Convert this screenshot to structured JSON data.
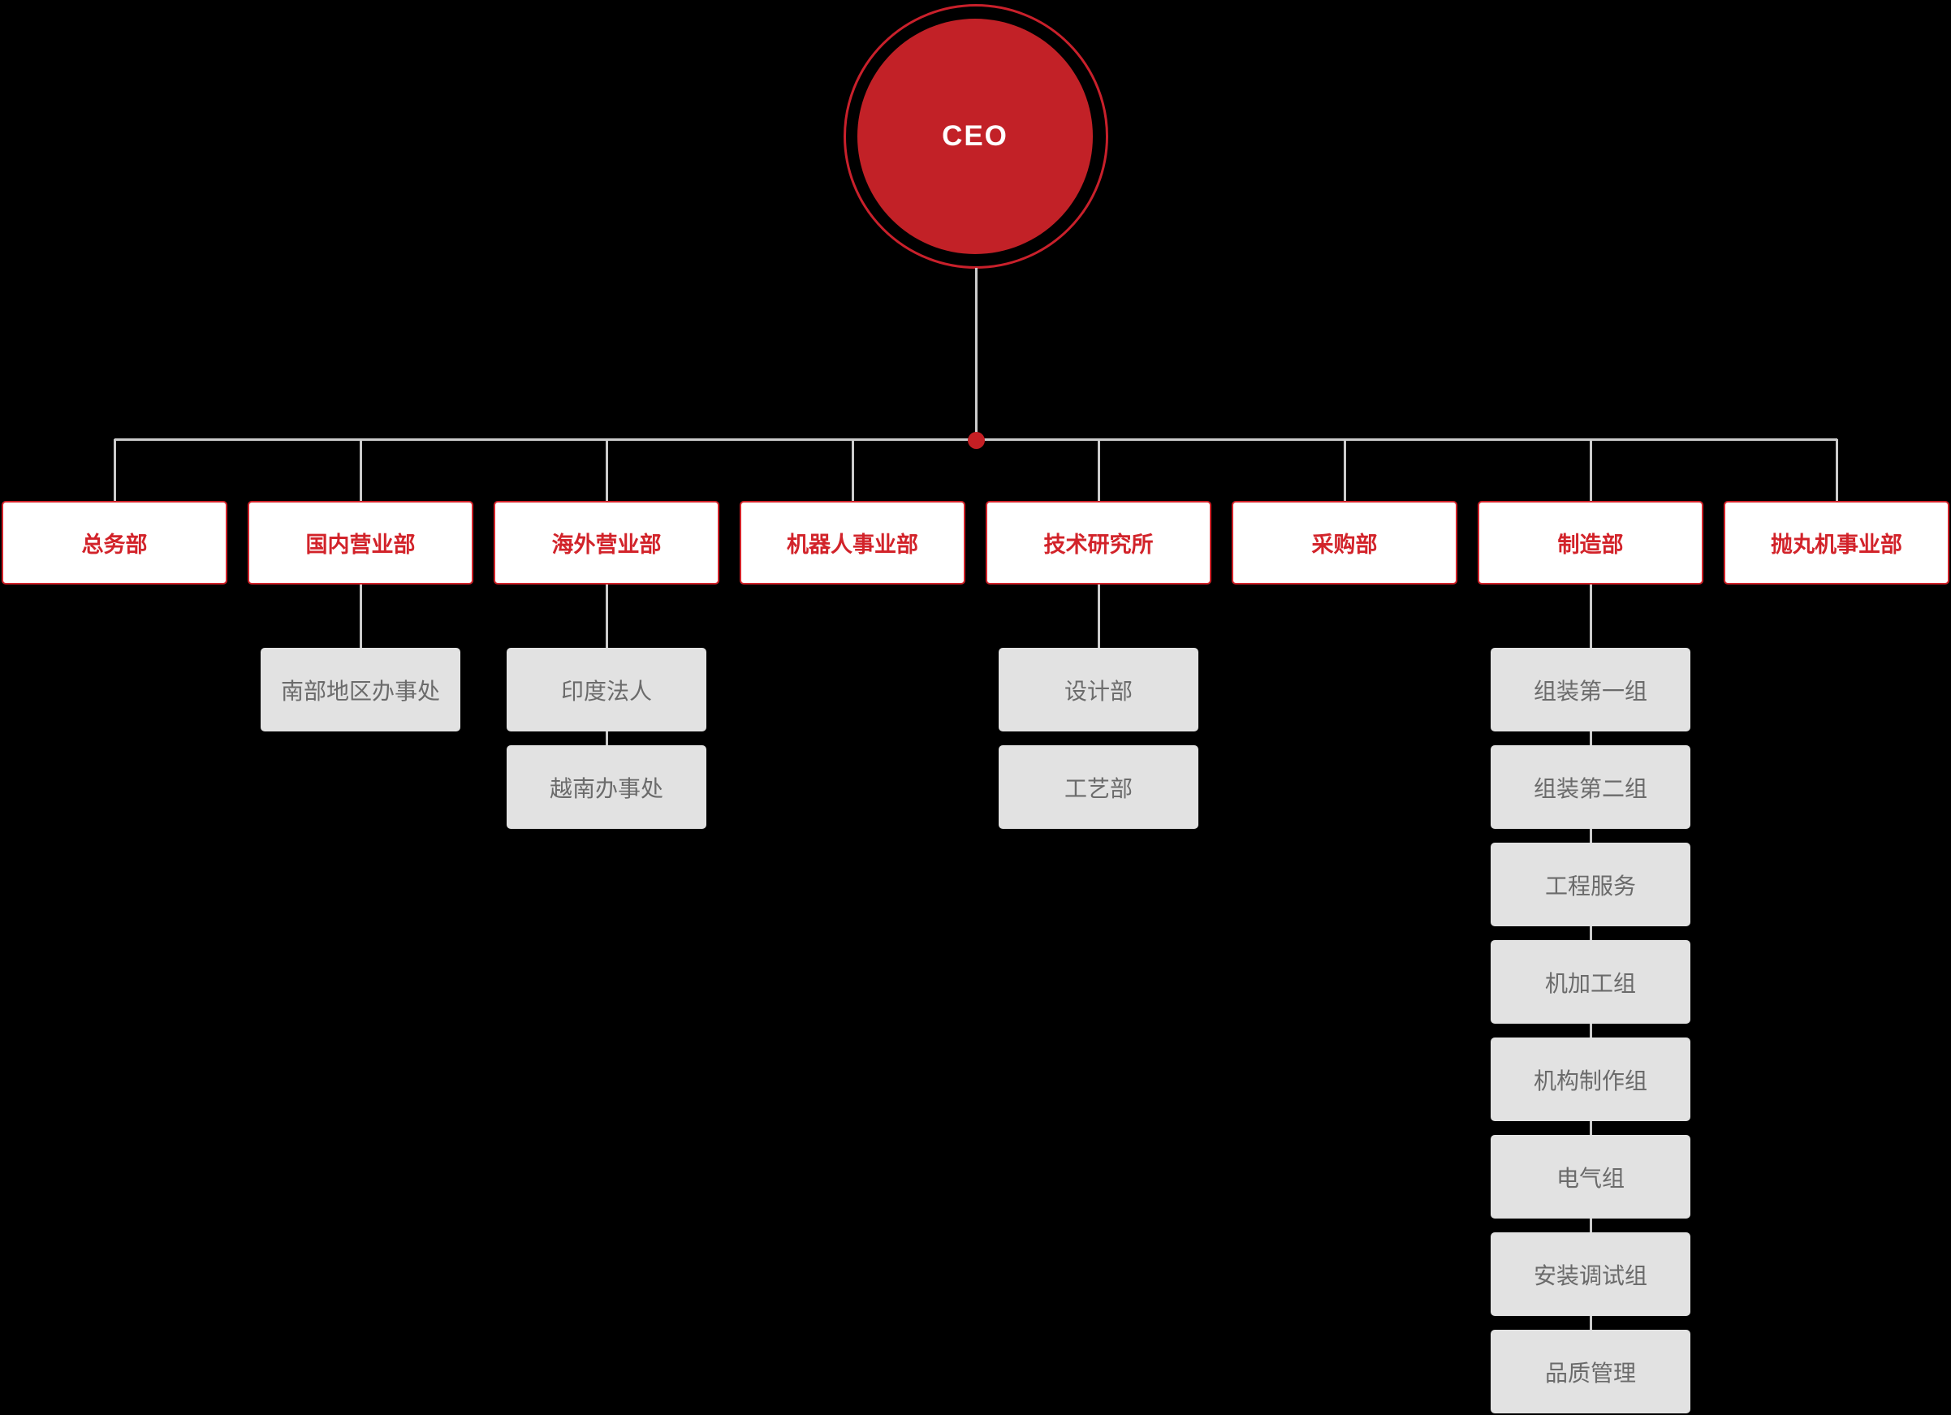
{
  "page": {
    "background_color": "#000000"
  },
  "colors": {
    "accent_red": "#D2232A",
    "ceo_circle_fill": "#C22127",
    "ceo_ring_stroke": "#C9202B",
    "junction_dot": "#C41F24",
    "connector_gray": "#CBCBCB",
    "dept_box_fill": "#FFFFFF",
    "child_box_fill": "#E2E2E2",
    "child_text_gray": "#6B6B6B",
    "ceo_text": "#FFFFFF"
  },
  "root": {
    "label": "CEO"
  },
  "departments": [
    {
      "label": "总务部",
      "children": []
    },
    {
      "label": "国内营业部",
      "children": [
        "南部地区办事处"
      ]
    },
    {
      "label": "海外营业部",
      "children": [
        "印度法人",
        "越南办事处"
      ]
    },
    {
      "label": "机器人事业部",
      "children": []
    },
    {
      "label": "技术研究所",
      "children": [
        "设计部",
        "工艺部"
      ]
    },
    {
      "label": "采购部",
      "children": []
    },
    {
      "label": "制造部",
      "children": [
        "组装第一组",
        "组装第二组",
        "工程服务",
        "机加工组",
        "机构制作组",
        "电气组",
        "安装调试组",
        "品质管理"
      ]
    },
    {
      "label": "抛丸机事业部",
      "children": []
    }
  ]
}
